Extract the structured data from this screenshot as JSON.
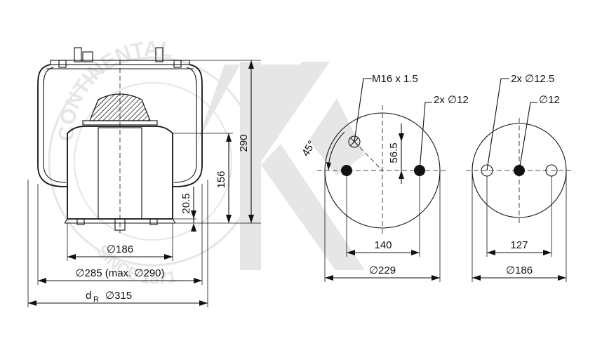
{
  "side_view": {
    "height_total": "290",
    "height_piston": "156",
    "height_offset": "20.5",
    "piston_diameter": "∅186",
    "bellow_diameter": "∅285 (max. ∅290)",
    "reference_diameter_symbol": "d",
    "reference_diameter_subscript": "R",
    "reference_diameter_value": "∅315"
  },
  "watermark": {
    "brand_text": "CONTINENTAL",
    "since_text": "SINCE 1871"
  },
  "top_plate": {
    "thread": "M16 x 1.5",
    "hole_callout": "2x ∅12",
    "angle": "45°",
    "offset": "56.5",
    "bolt_spacing": "140",
    "diameter": "∅229"
  },
  "bottom_plate": {
    "hole_callout": "2x ∅12.5",
    "center_hole": "∅12",
    "bolt_spacing": "127",
    "diameter": "∅186"
  },
  "colors": {
    "line": "#111111",
    "watermark": "#e6e6e6"
  }
}
